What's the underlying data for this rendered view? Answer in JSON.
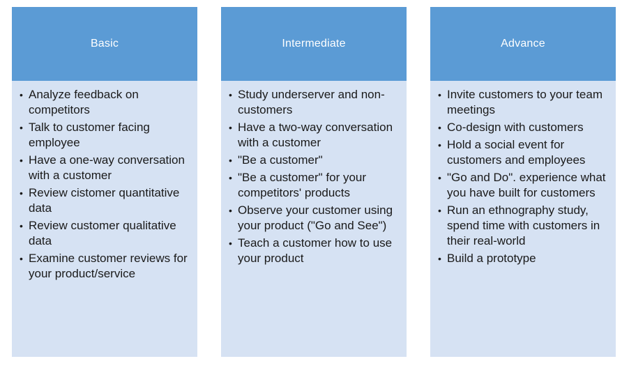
{
  "columns": [
    {
      "key": "basic",
      "title": "Basic",
      "items": [
        "Analyze feedback on competitors",
        "Talk to customer facing employee",
        "Have a one-way conversation with a customer",
        "Review cistomer quantitative data",
        "Review customer qualitative data",
        "Examine customer reviews for your product/service"
      ]
    },
    {
      "key": "intermediate",
      "title": "Intermediate",
      "items": [
        "Study underserver and non-customers",
        "Have a two-way conversation with a customer",
        "\"Be a customer\"",
        "\"Be a customer\" for your competitors' products",
        "Observe your customer using your product (\"Go and See\")",
        "Teach a customer how to use your product"
      ]
    },
    {
      "key": "advance",
      "title": "Advance",
      "items": [
        "Invite customers to your team meetings",
        " Co-design with customers",
        "Hold a social event for customers and employees",
        "\"Go and Do\". experience what you have built for customers",
        "Run an ethnography study, spend time with customers in their real-world",
        "Build a prototype"
      ]
    }
  ],
  "bullet_glyph": "•",
  "colors": {
    "header_fill": "#5b9bd5",
    "body_fill": "#d6e2f3",
    "header_text": "#ffffff",
    "body_text": "#1a1a1a"
  }
}
